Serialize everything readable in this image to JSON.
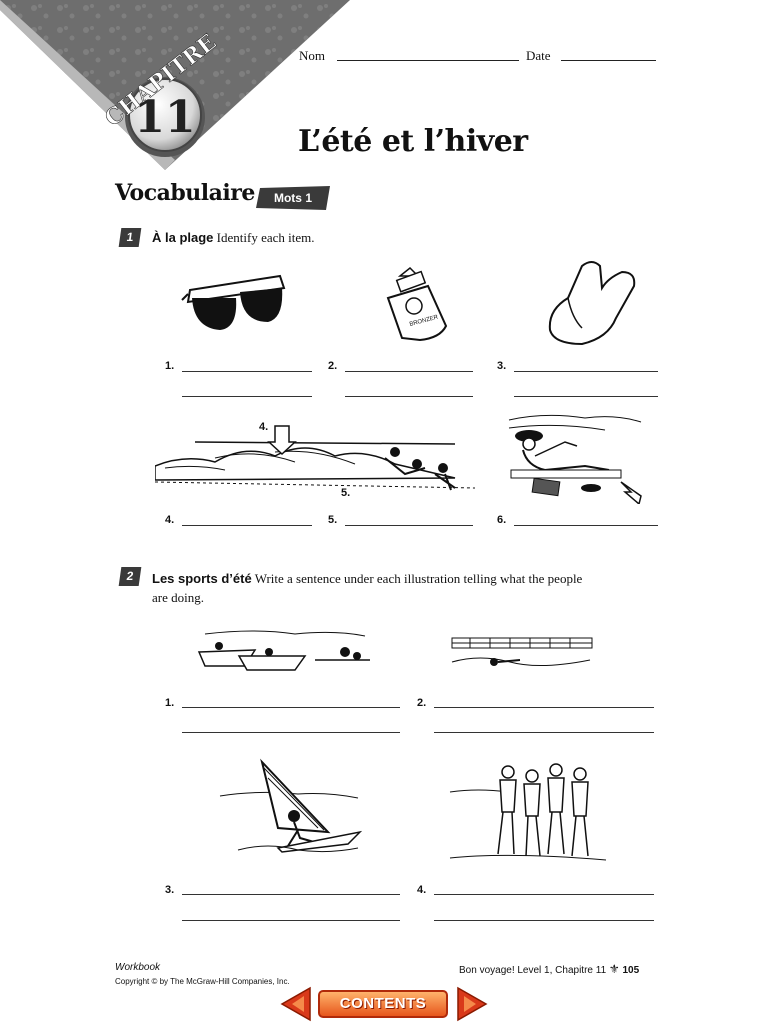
{
  "banner": {
    "chapter_word": "CHAPITRE",
    "chapter_number": "11"
  },
  "header": {
    "nom_label": "Nom",
    "date_label": "Date"
  },
  "title": "L’été et l’hiver",
  "section": {
    "heading": "Vocabulaire",
    "tag": "Mots 1"
  },
  "exercise1": {
    "number": "1",
    "title": "À la plage",
    "instruction": "Identify each item.",
    "labels": [
      "1.",
      "2.",
      "3.",
      "4.",
      "5.",
      "6."
    ],
    "pic_label_4": "4.",
    "pic_label_5": "5.",
    "sunscreen_text": "BRONZER"
  },
  "exercise2": {
    "number": "2",
    "title": "Les sports d’été",
    "instruction_line1": "Write a sentence under each illustration telling what the people",
    "instruction_line2": "are doing.",
    "labels": [
      "1.",
      "2.",
      "3.",
      "4."
    ]
  },
  "footer": {
    "workbook": "Workbook",
    "copyright": "Copyright © by The McGraw-Hill Companies, Inc.",
    "book": "Bon voyage! Level 1, Chapitre 11",
    "page": "105"
  },
  "nav": {
    "contents": "CONTENTS"
  },
  "colors": {
    "banner_gray": "#6e6e6e",
    "nav_orange": "#e7561c",
    "arrow_red": "#d9391a"
  }
}
